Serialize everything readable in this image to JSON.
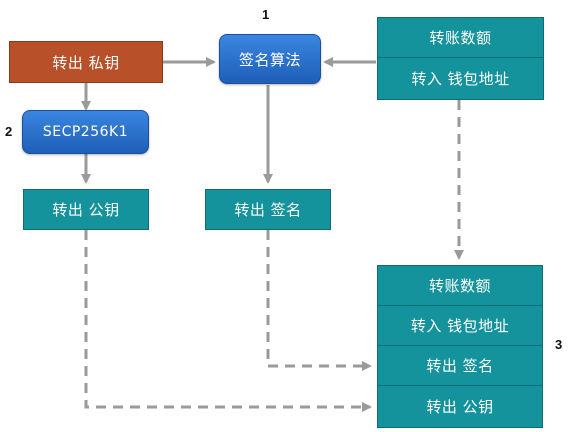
{
  "nodes": {
    "private_key": "转出 私钥",
    "sign_algo": "签名算法",
    "secp": "SECP256K1",
    "pubkey": "转出 公钥",
    "signature": "转出 签名"
  },
  "input_stack": [
    "转账数额",
    "转入 钱包地址"
  ],
  "output_stack": [
    "转账数额",
    "转入 钱包地址",
    "转出 签名",
    "转出 公钥"
  ],
  "labels": {
    "n1": "1",
    "n2": "2",
    "n3": "3"
  },
  "colors": {
    "teal": "#14939c",
    "blue": "#2f74d0",
    "rust": "#b8512a",
    "arrow": "#999999"
  }
}
